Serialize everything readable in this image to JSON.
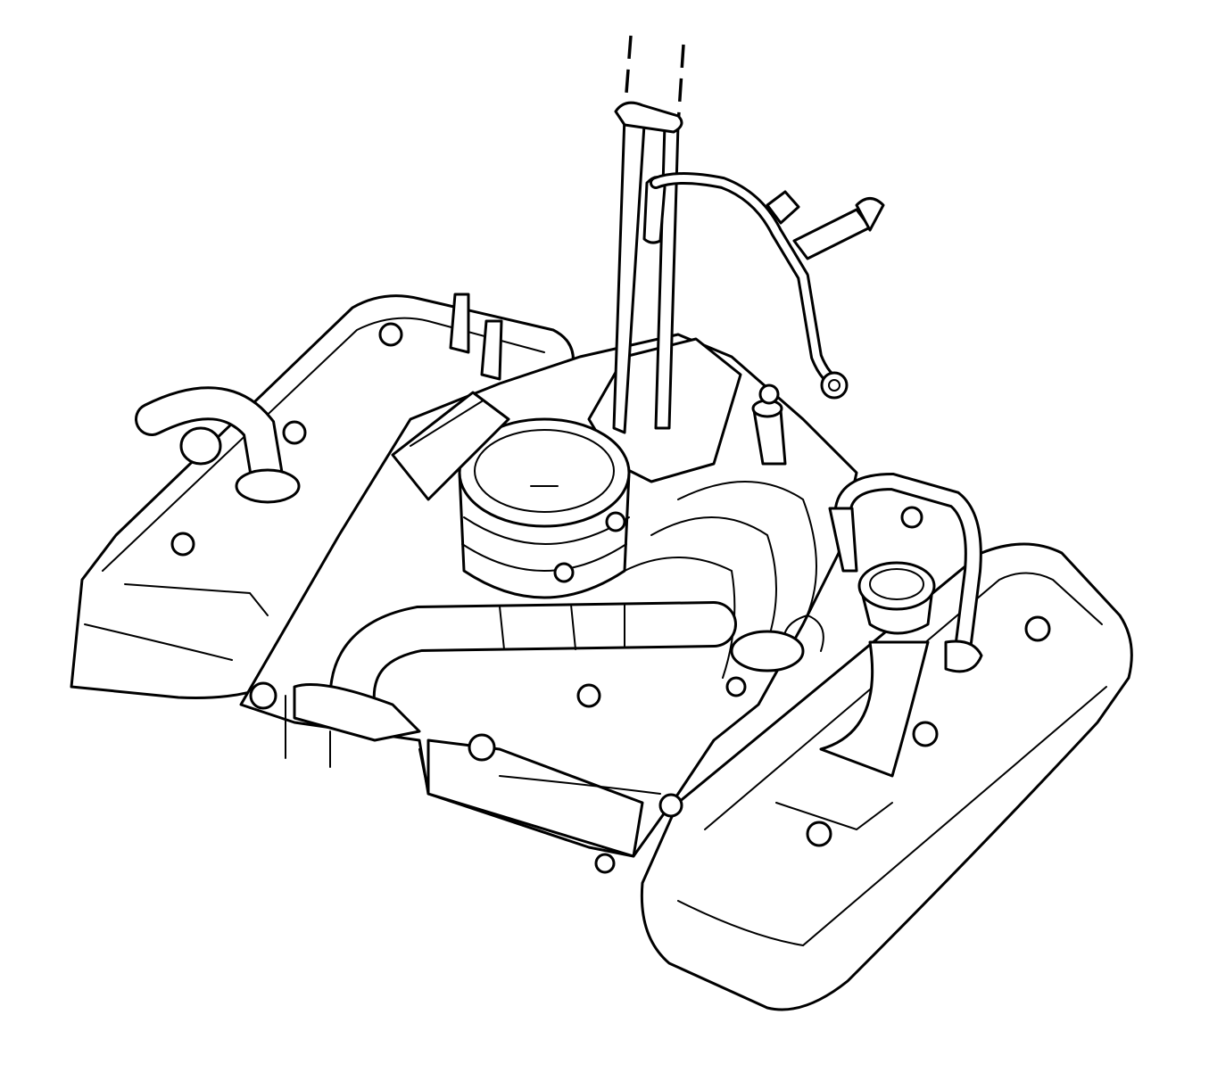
{
  "diagram": {
    "background_color": "#ffffff",
    "line_color": "#000000",
    "style": "line-art illustration",
    "components": [
      "left-valve-cover",
      "right-valve-cover",
      "throttle-body",
      "intake-manifold",
      "oil-level-indicator-tube",
      "fuel-feed-pipe",
      "coolant-hose",
      "oil-filler-cap",
      "pcv-hoses",
      "bolts"
    ]
  }
}
